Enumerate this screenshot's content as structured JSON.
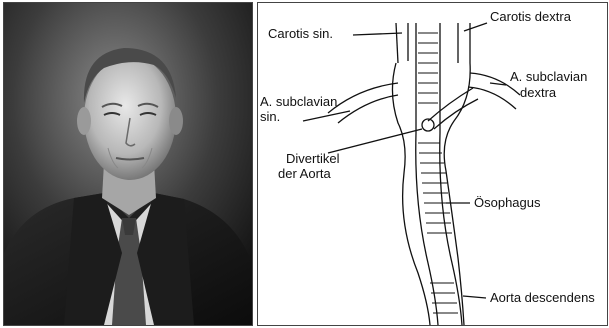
{
  "photo": {
    "subject": "portrait-photo"
  },
  "diagram": {
    "labels": {
      "carotis_sin": "Carotis sin.",
      "carotis_dextra": "Carotis dextra",
      "a_subclavian_sin_line1": "A. subclavian",
      "a_subclavian_sin_line2": "sin.",
      "a_subclavian_dextra_line1": "A. subclavian",
      "a_subclavian_dextra_line2": "dextra",
      "divertikel_line1": "Divertikel",
      "divertikel_line2": "der Aorta",
      "osophagus": "Ösophagus",
      "aorta_descendens": "Aorta descendens"
    }
  }
}
